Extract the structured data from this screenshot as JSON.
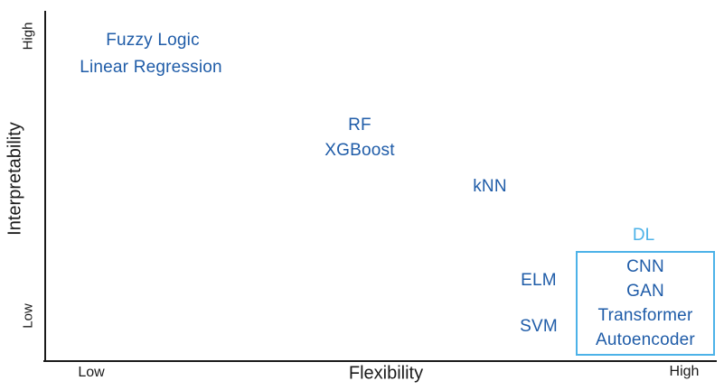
{
  "colors": {
    "model_label": "#1f5ca8",
    "dl_accent": "#4cb2e8",
    "axis": "#1a1a1a"
  },
  "chart_data": {
    "type": "scatter",
    "title": "",
    "xlabel": "Flexibility",
    "ylabel": "Interpretability",
    "x_ticks": [
      "Low",
      "High"
    ],
    "y_ticks": [
      "Low",
      "High"
    ],
    "xlim": [
      0,
      100
    ],
    "ylim": [
      0,
      100
    ],
    "grid": false,
    "legend": false,
    "points": [
      {
        "label": "Fuzzy Logic",
        "x": 16,
        "y": 91
      },
      {
        "label": "Linear Regression",
        "x": 16,
        "y": 84
      },
      {
        "label": "RF",
        "x": 47,
        "y": 67
      },
      {
        "label": "XGBoost",
        "x": 47,
        "y": 60
      },
      {
        "label": "kNN",
        "x": 66,
        "y": 50
      },
      {
        "label": "ELM",
        "x": 74,
        "y": 23
      },
      {
        "label": "SVM",
        "x": 74,
        "y": 10
      },
      {
        "label": "DL",
        "x": 90,
        "y": 17,
        "group_items": [
          "CNN",
          "GAN",
          "Transformer",
          "Autoencoder"
        ]
      }
    ]
  }
}
